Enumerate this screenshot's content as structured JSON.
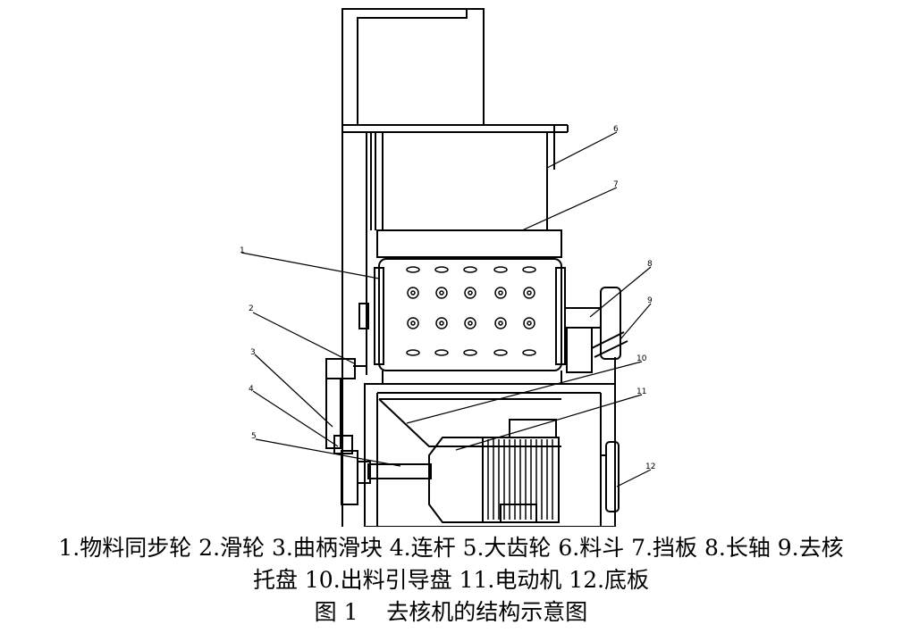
{
  "parts": [
    "1",
    "2",
    "3",
    "4",
    "5",
    "6",
    "7",
    "8",
    "9",
    "10",
    "11",
    "12"
  ],
  "legend": {
    "line1": "1.物料同步轮 2.滑轮 3.曲柄滑块 4.连杆 5.大齿轮 6.料斗 7.挡板 8.长轴 9.去核",
    "line2": "托盘 10.出料引导盘 11.电动机 12.底板"
  },
  "figure_title": "图 1    去核机的结构示意图"
}
